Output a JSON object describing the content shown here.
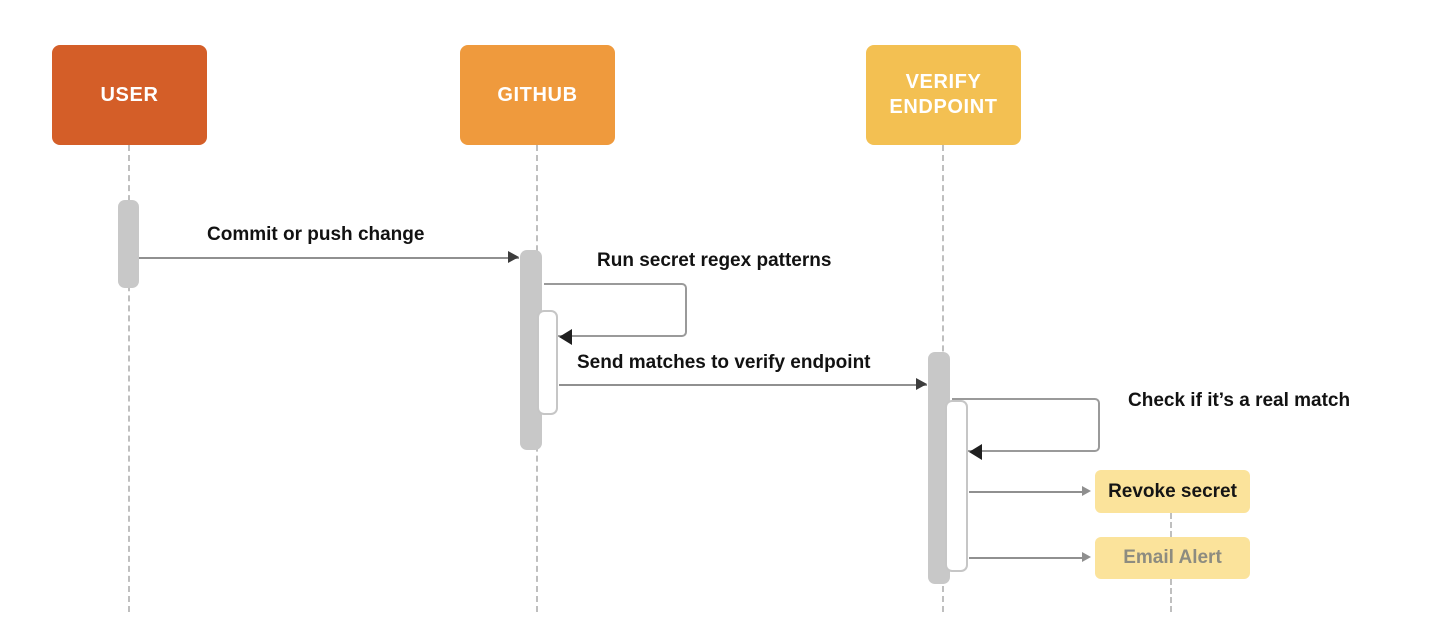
{
  "diagram": {
    "type": "sequence-diagram",
    "actors": [
      {
        "label": "USER",
        "color": "#d45e28"
      },
      {
        "label": "GITHUB",
        "color": "#ef9a3d"
      },
      {
        "label": "VERIFY ENDPOINT",
        "color": "#f3c052"
      }
    ],
    "messages": [
      {
        "label": "Commit or push change",
        "from": "USER",
        "to": "GITHUB",
        "type": "call"
      },
      {
        "label": "Run secret regex patterns",
        "from": "GITHUB",
        "to": "GITHUB",
        "type": "self"
      },
      {
        "label": "Send matches to verify endpoint",
        "from": "GITHUB",
        "to": "VERIFY ENDPOINT",
        "type": "call"
      },
      {
        "label": "Check if it’s a real match",
        "from": "VERIFY ENDPOINT",
        "to": "VERIFY ENDPOINT",
        "type": "self"
      },
      {
        "label": "",
        "from": "VERIFY ENDPOINT",
        "to": "Revoke secret",
        "type": "call"
      },
      {
        "label": "",
        "from": "VERIFY ENDPOINT",
        "to": "Email Alert",
        "type": "call"
      }
    ],
    "notes": [
      {
        "label": "Revoke secret",
        "color": "#fbe39b",
        "text_color": "#151515"
      },
      {
        "label": "Email Alert",
        "color": "#fbe39b",
        "text_color": "#8d8c80"
      }
    ],
    "style": {
      "lifeline_color": "#bfbfbf",
      "activation_color": "#c8c8c8",
      "arrow_color": "#909090",
      "background": "#ffffff"
    }
  }
}
